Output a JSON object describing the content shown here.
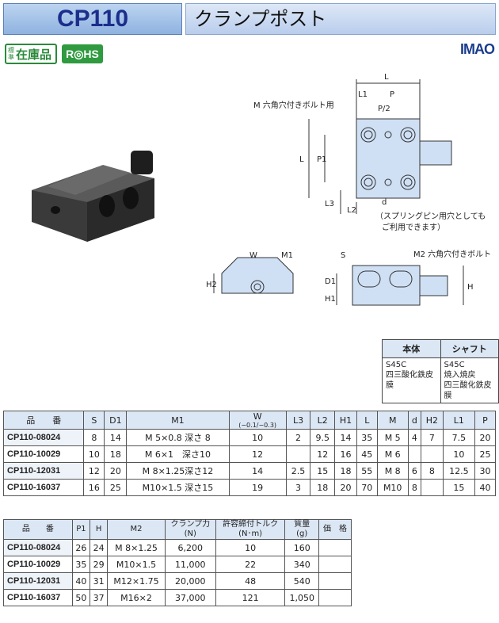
{
  "header": {
    "model": "CP110",
    "title": "クランプポスト"
  },
  "badges": {
    "stock_small": "標準",
    "stock": "在庫品",
    "rohs": "R◎HS"
  },
  "logo": "IMAO",
  "drawing": {
    "labels": {
      "L": "L",
      "L1": "L1",
      "P": "P",
      "P_half": "P/2",
      "M_note": "M 六角穴付きボルト用",
      "P1": "P1",
      "L_side": "L",
      "L3": "L3",
      "L2": "L2",
      "d": "d",
      "d_note1": "（スプリングピン用穴としても",
      "d_note2": "ご利用できます）",
      "W": "W",
      "M1": "M1",
      "H2": "H2",
      "S": "S",
      "M2_note": "M2 六角穴付きボルト",
      "D1": "D1",
      "H1": "H1",
      "H": "H"
    }
  },
  "material": {
    "headers": [
      "本体",
      "シャフト"
    ],
    "body": [
      "S45C",
      "四三酸化鉄皮膜"
    ],
    "shaft": [
      "S45C",
      "焼入焼戻",
      "四三酸化鉄皮膜"
    ]
  },
  "table1": {
    "headers": [
      "品　　番",
      "S",
      "D1",
      "M1",
      "W",
      "(−0.1/−0.3)",
      "L3",
      "L2",
      "H1",
      "L",
      "M",
      "d",
      "H2",
      "L1",
      "P"
    ],
    "rows": [
      [
        "CP110-08024",
        "8",
        "14",
        "M 5×0.8  深さ 8",
        "10",
        "2",
        "9.5",
        "14",
        "35",
        "M 5",
        "4",
        "7",
        "7.5",
        "20"
      ],
      [
        "CP110-10029",
        "10",
        "18",
        "M 6×1　深さ10",
        "12",
        "",
        "12",
        "16",
        "45",
        "M 6",
        "",
        "",
        "10",
        "25"
      ],
      [
        "CP110-12031",
        "12",
        "20",
        "M 8×1.25深さ12",
        "14",
        "2.5",
        "15",
        "18",
        "55",
        "M 8",
        "6",
        "8",
        "12.5",
        "30"
      ],
      [
        "CP110-16037",
        "16",
        "25",
        "M10×1.5  深さ15",
        "19",
        "3",
        "18",
        "20",
        "70",
        "M10",
        "8",
        "",
        "15",
        "40"
      ]
    ]
  },
  "table2": {
    "headers": [
      "品　　番",
      "P1",
      "H",
      "M2",
      "クランプ力",
      "(N)",
      "許容締付トルク",
      "(N･m)",
      "質量",
      "(g)",
      "価　格"
    ],
    "rows": [
      [
        "CP110-08024",
        "26",
        "24",
        "M  8×1.25",
        "6,200",
        "10",
        "160",
        ""
      ],
      [
        "CP110-10029",
        "35",
        "29",
        "M10×1.5",
        "11,000",
        "22",
        "340",
        ""
      ],
      [
        "CP110-12031",
        "40",
        "31",
        "M12×1.75",
        "20,000",
        "48",
        "540",
        ""
      ],
      [
        "CP110-16037",
        "50",
        "37",
        "M16×2",
        "37,000",
        "121",
        "1,050",
        ""
      ]
    ]
  }
}
